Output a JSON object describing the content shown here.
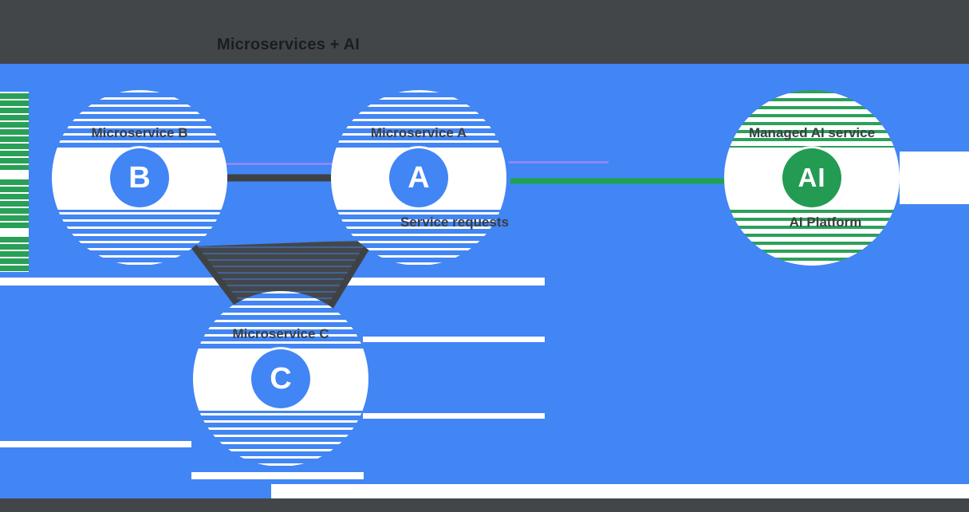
{
  "title": {
    "text": "Microservices + AI"
  },
  "colors": {
    "background_blue": "#4285F4",
    "band_dark": "#434649",
    "label_text": "#3A3E42",
    "node_blue": "#4285F4",
    "node_green": "#239B53",
    "stripe_green": "#2BA05A",
    "connector_dark": "#3F4245",
    "connector_green": "#1FA24E",
    "circle_fill": "#FFFFFF"
  },
  "nodes": [
    {
      "id": "service-b",
      "letter": "B",
      "label": "Microservice B"
    },
    {
      "id": "service-a",
      "letter": "A",
      "label": "Microservice A",
      "sublabel": "Service requests"
    },
    {
      "id": "service-c",
      "letter": "C",
      "label": "Microservice C"
    },
    {
      "id": "ai-service",
      "letter": "AI",
      "label": "Managed AI service",
      "sublabel": "AI Platform"
    }
  ],
  "connections": [
    {
      "from": "service-b",
      "to": "service-a",
      "style": "dark"
    },
    {
      "from": "service-b",
      "to": "service-c",
      "style": "dark"
    },
    {
      "from": "service-a",
      "to": "service-c",
      "style": "dark"
    },
    {
      "from": "service-a",
      "to": "ai-service",
      "style": "green"
    }
  ]
}
